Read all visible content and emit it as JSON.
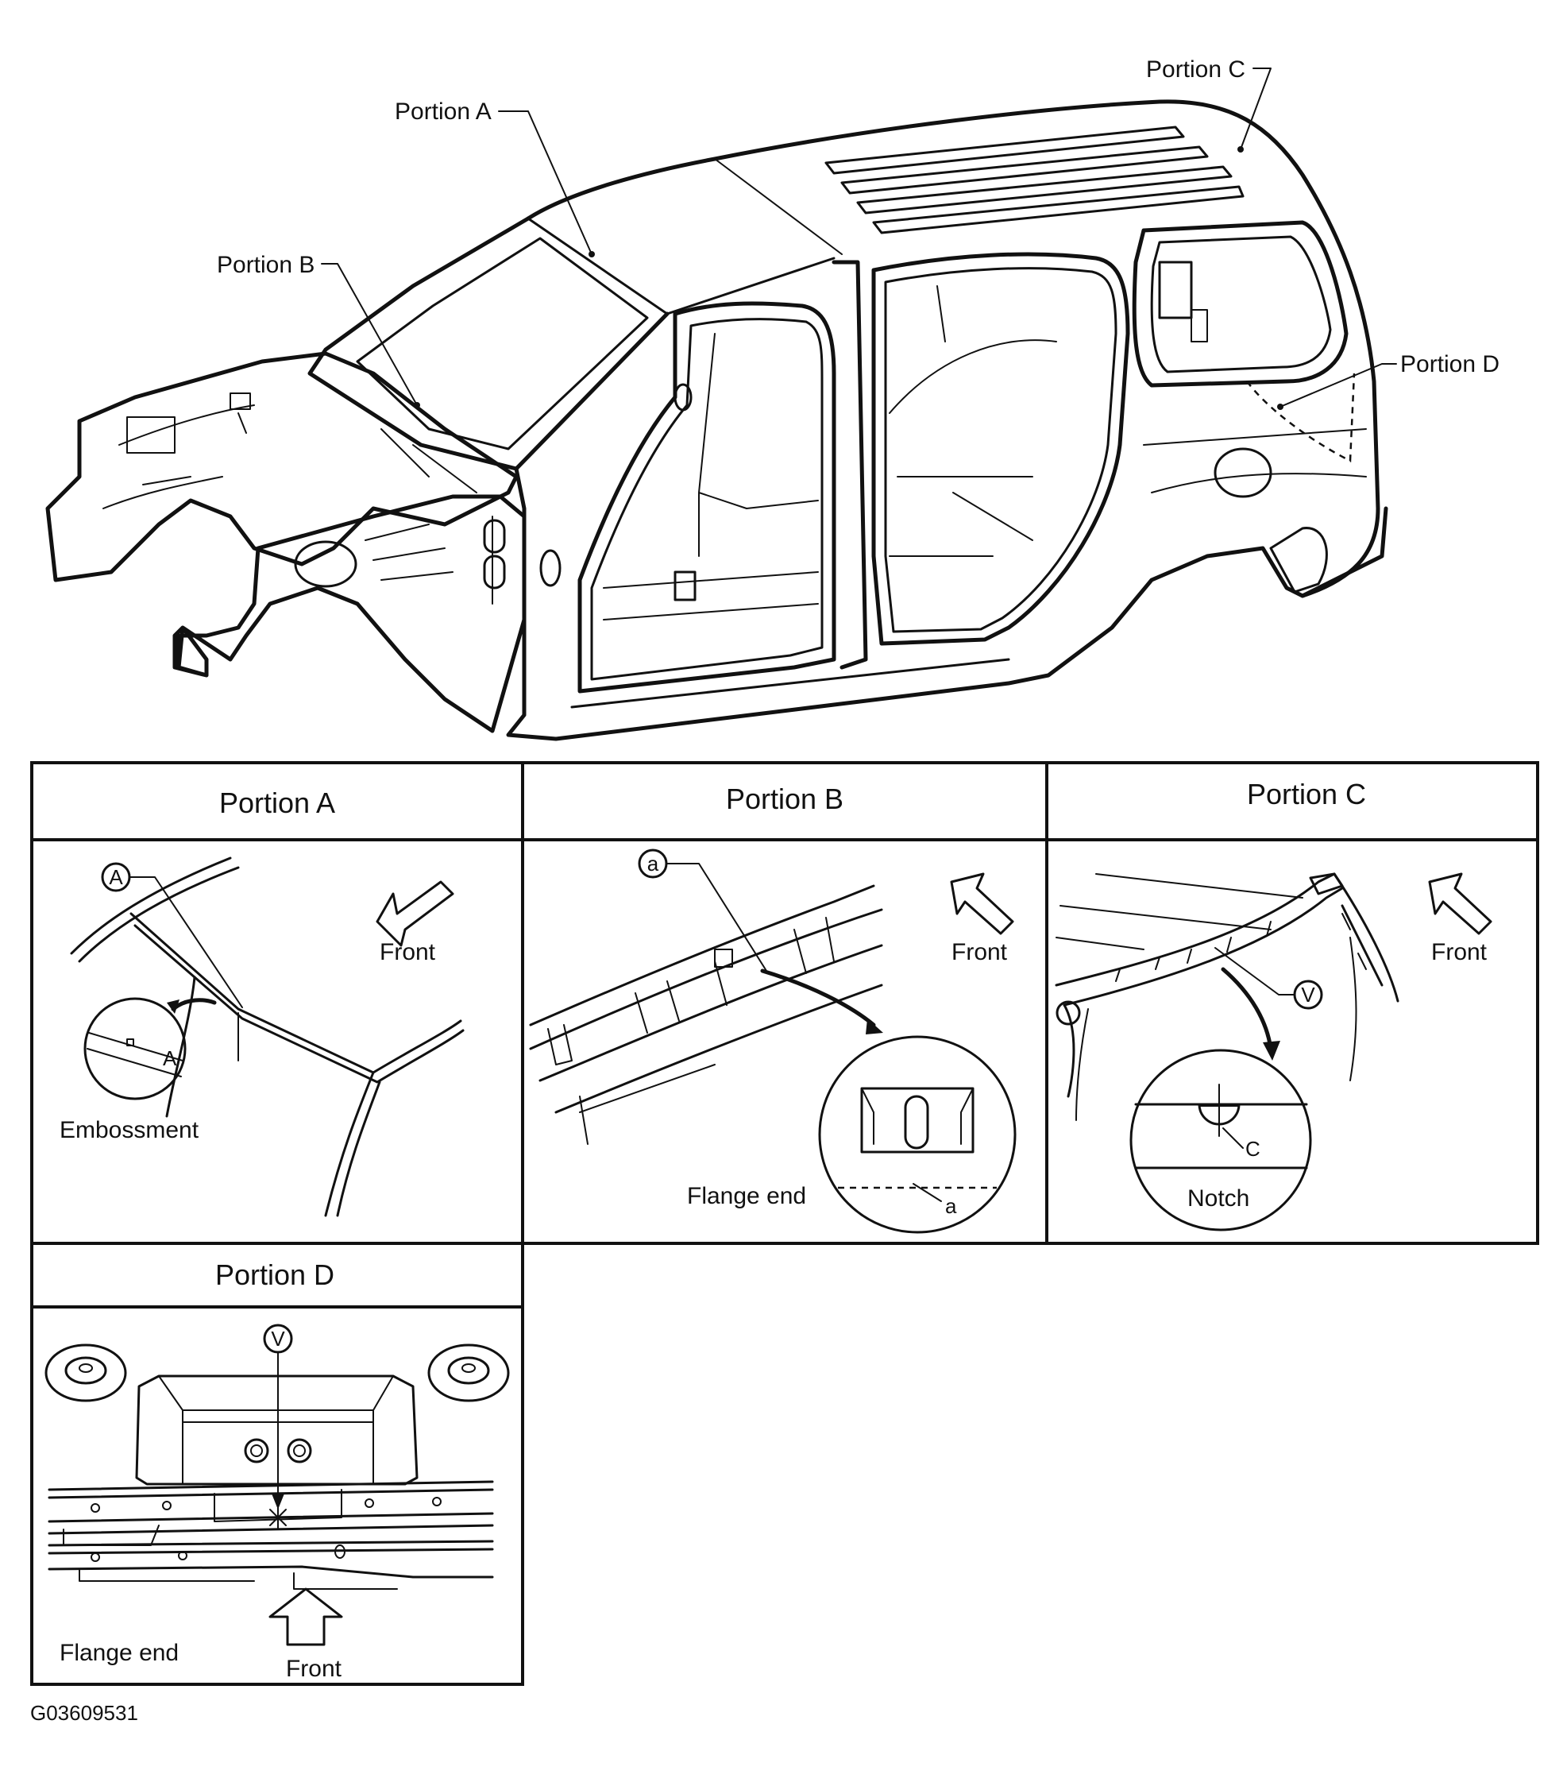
{
  "callouts": {
    "portion_a": "Portion A",
    "portion_b": "Portion B",
    "portion_c": "Portion C",
    "portion_d": "Portion D"
  },
  "panels": {
    "a": {
      "title": "Portion A",
      "marker": "A",
      "detail_marker": "A",
      "note": "Embossment",
      "direction": "Front"
    },
    "b": {
      "title": "Portion B",
      "marker": "a",
      "detail_marker": "a",
      "note": "Flange end",
      "direction": "Front"
    },
    "c": {
      "title": "Portion C",
      "marker": "V",
      "detail_marker": "C",
      "note": "Notch",
      "direction": "Front"
    },
    "d": {
      "title": "Portion D",
      "marker": "V",
      "note": "Flange end",
      "direction": "Front"
    }
  },
  "figure_id": "G03609531"
}
